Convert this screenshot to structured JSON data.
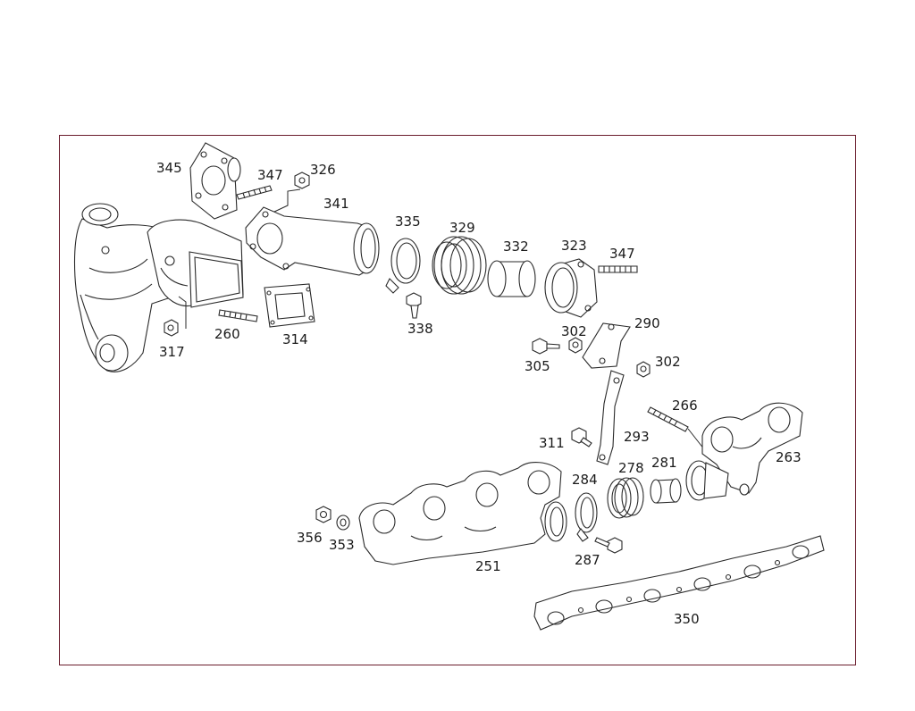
{
  "diagram": {
    "labels": {
      "l345": "345",
      "l347a": "347",
      "l326": "326",
      "l341": "341",
      "l335": "335",
      "l329": "329",
      "l332": "332",
      "l323": "323",
      "l347b": "347",
      "l317": "317",
      "l260": "260",
      "l314": "314",
      "l338": "338",
      "l302a": "302",
      "l290": "290",
      "l305": "305",
      "l302b": "302",
      "l266": "266",
      "l311": "311",
      "l293": "293",
      "l263": "263",
      "l284": "284",
      "l278": "278",
      "l281": "281",
      "l356": "356",
      "l353": "353",
      "l251": "251",
      "l287": "287",
      "l350": "350"
    }
  }
}
